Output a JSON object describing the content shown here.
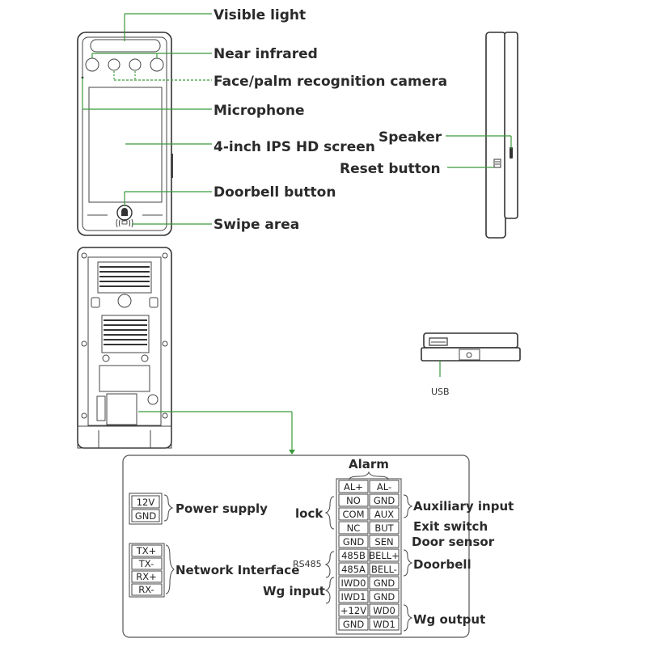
{
  "labels": {
    "visible_light": "Visible light",
    "near_infrared": "Near infrared",
    "camera": "Face/palm recognition camera",
    "microphone": "Microphone",
    "screen": "4-inch IPS HD screen",
    "doorbell_button": "Doorbell button",
    "swipe_area": "Swipe area",
    "speaker": "Speaker",
    "reset_button": "Reset button",
    "usb": "USB"
  },
  "wiring": {
    "alarm": "Alarm",
    "power_supply": "Power supply",
    "lock": "lock",
    "auxiliary_input": "Auxiliary input",
    "exit_switch": "Exit switch",
    "door_sensor": "Door sensor",
    "rs485": "RS485",
    "doorbell": "Doorbell",
    "network_interface": "Network Interface",
    "wg_input": "Wg input",
    "wg_output": "Wg output",
    "power_terminals": [
      "12V",
      "GND"
    ],
    "network_terminals": [
      "TX+",
      "TX-",
      "RX+",
      "RX-"
    ],
    "main_terminals": [
      [
        "AL+",
        "AL-"
      ],
      [
        "NO",
        "GND"
      ],
      [
        "COM",
        "AUX"
      ],
      [
        "NC",
        "BUT"
      ],
      [
        "GND",
        "SEN"
      ],
      [
        "485B",
        "BELL+"
      ],
      [
        "485A",
        "BELL-"
      ],
      [
        "IWD0",
        "GND"
      ],
      [
        "IWD1",
        "GND"
      ],
      [
        "+12V",
        "WD0"
      ],
      [
        "GND",
        "WD1"
      ]
    ]
  }
}
